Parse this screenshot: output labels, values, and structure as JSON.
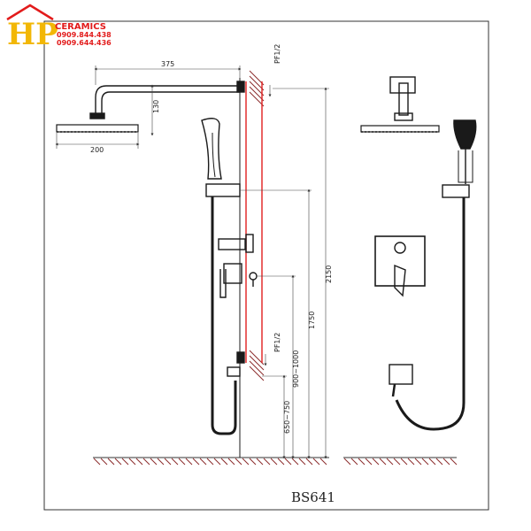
{
  "logo": {
    "letters": "HP",
    "brand": "CERAMICS",
    "phones": [
      "0909.844.438",
      "0909.644.436"
    ],
    "colors": {
      "letters": "#f2b705",
      "text": "#e21b1b"
    }
  },
  "dimensions": {
    "arm_length": "375",
    "arm_drop": "130",
    "head_width": "200",
    "top_inlet": "PF1/2",
    "bottom_inlet": "PF1/2",
    "total_height": "2150",
    "bracket_height": "1750",
    "mixer_range": "900~1000",
    "inlet_range": "650~750"
  },
  "model": "BS641",
  "colors": {
    "line": "#1a1a1a",
    "pipe": "#e02020",
    "hatch": "#8b2b2b"
  }
}
